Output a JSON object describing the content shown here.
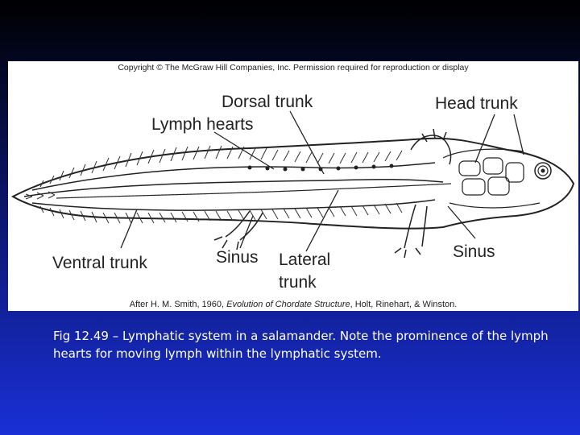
{
  "figure": {
    "copyright": "Copyright © The McGraw Hill Companies, Inc. Permission required for reproduction or display",
    "labels": {
      "dorsal_trunk": "Dorsal trunk",
      "lymph_hearts": "Lymph hearts",
      "head_trunk": "Head trunk",
      "ventral_trunk": "Ventral trunk",
      "sinus_left": "Sinus",
      "lateral_trunk_1": "Lateral",
      "lateral_trunk_2": "trunk",
      "sinus_right": "Sinus"
    },
    "credit": {
      "prefix": "After H. M. Smith, 1960, ",
      "title": "Evolution of Chordate Structure",
      "suffix": ", Holt, Rinehart, & Winston."
    }
  },
  "caption": {
    "fig_label": "Fig 12.49",
    "text": " – Lymphatic system in a salamander. Note the prominence of the lymph hearts for moving lymph within the lymphatic system."
  },
  "colors": {
    "background_top": "#000000",
    "background_bottom": "#1a2fd6",
    "caption_text": "#ffffff"
  }
}
